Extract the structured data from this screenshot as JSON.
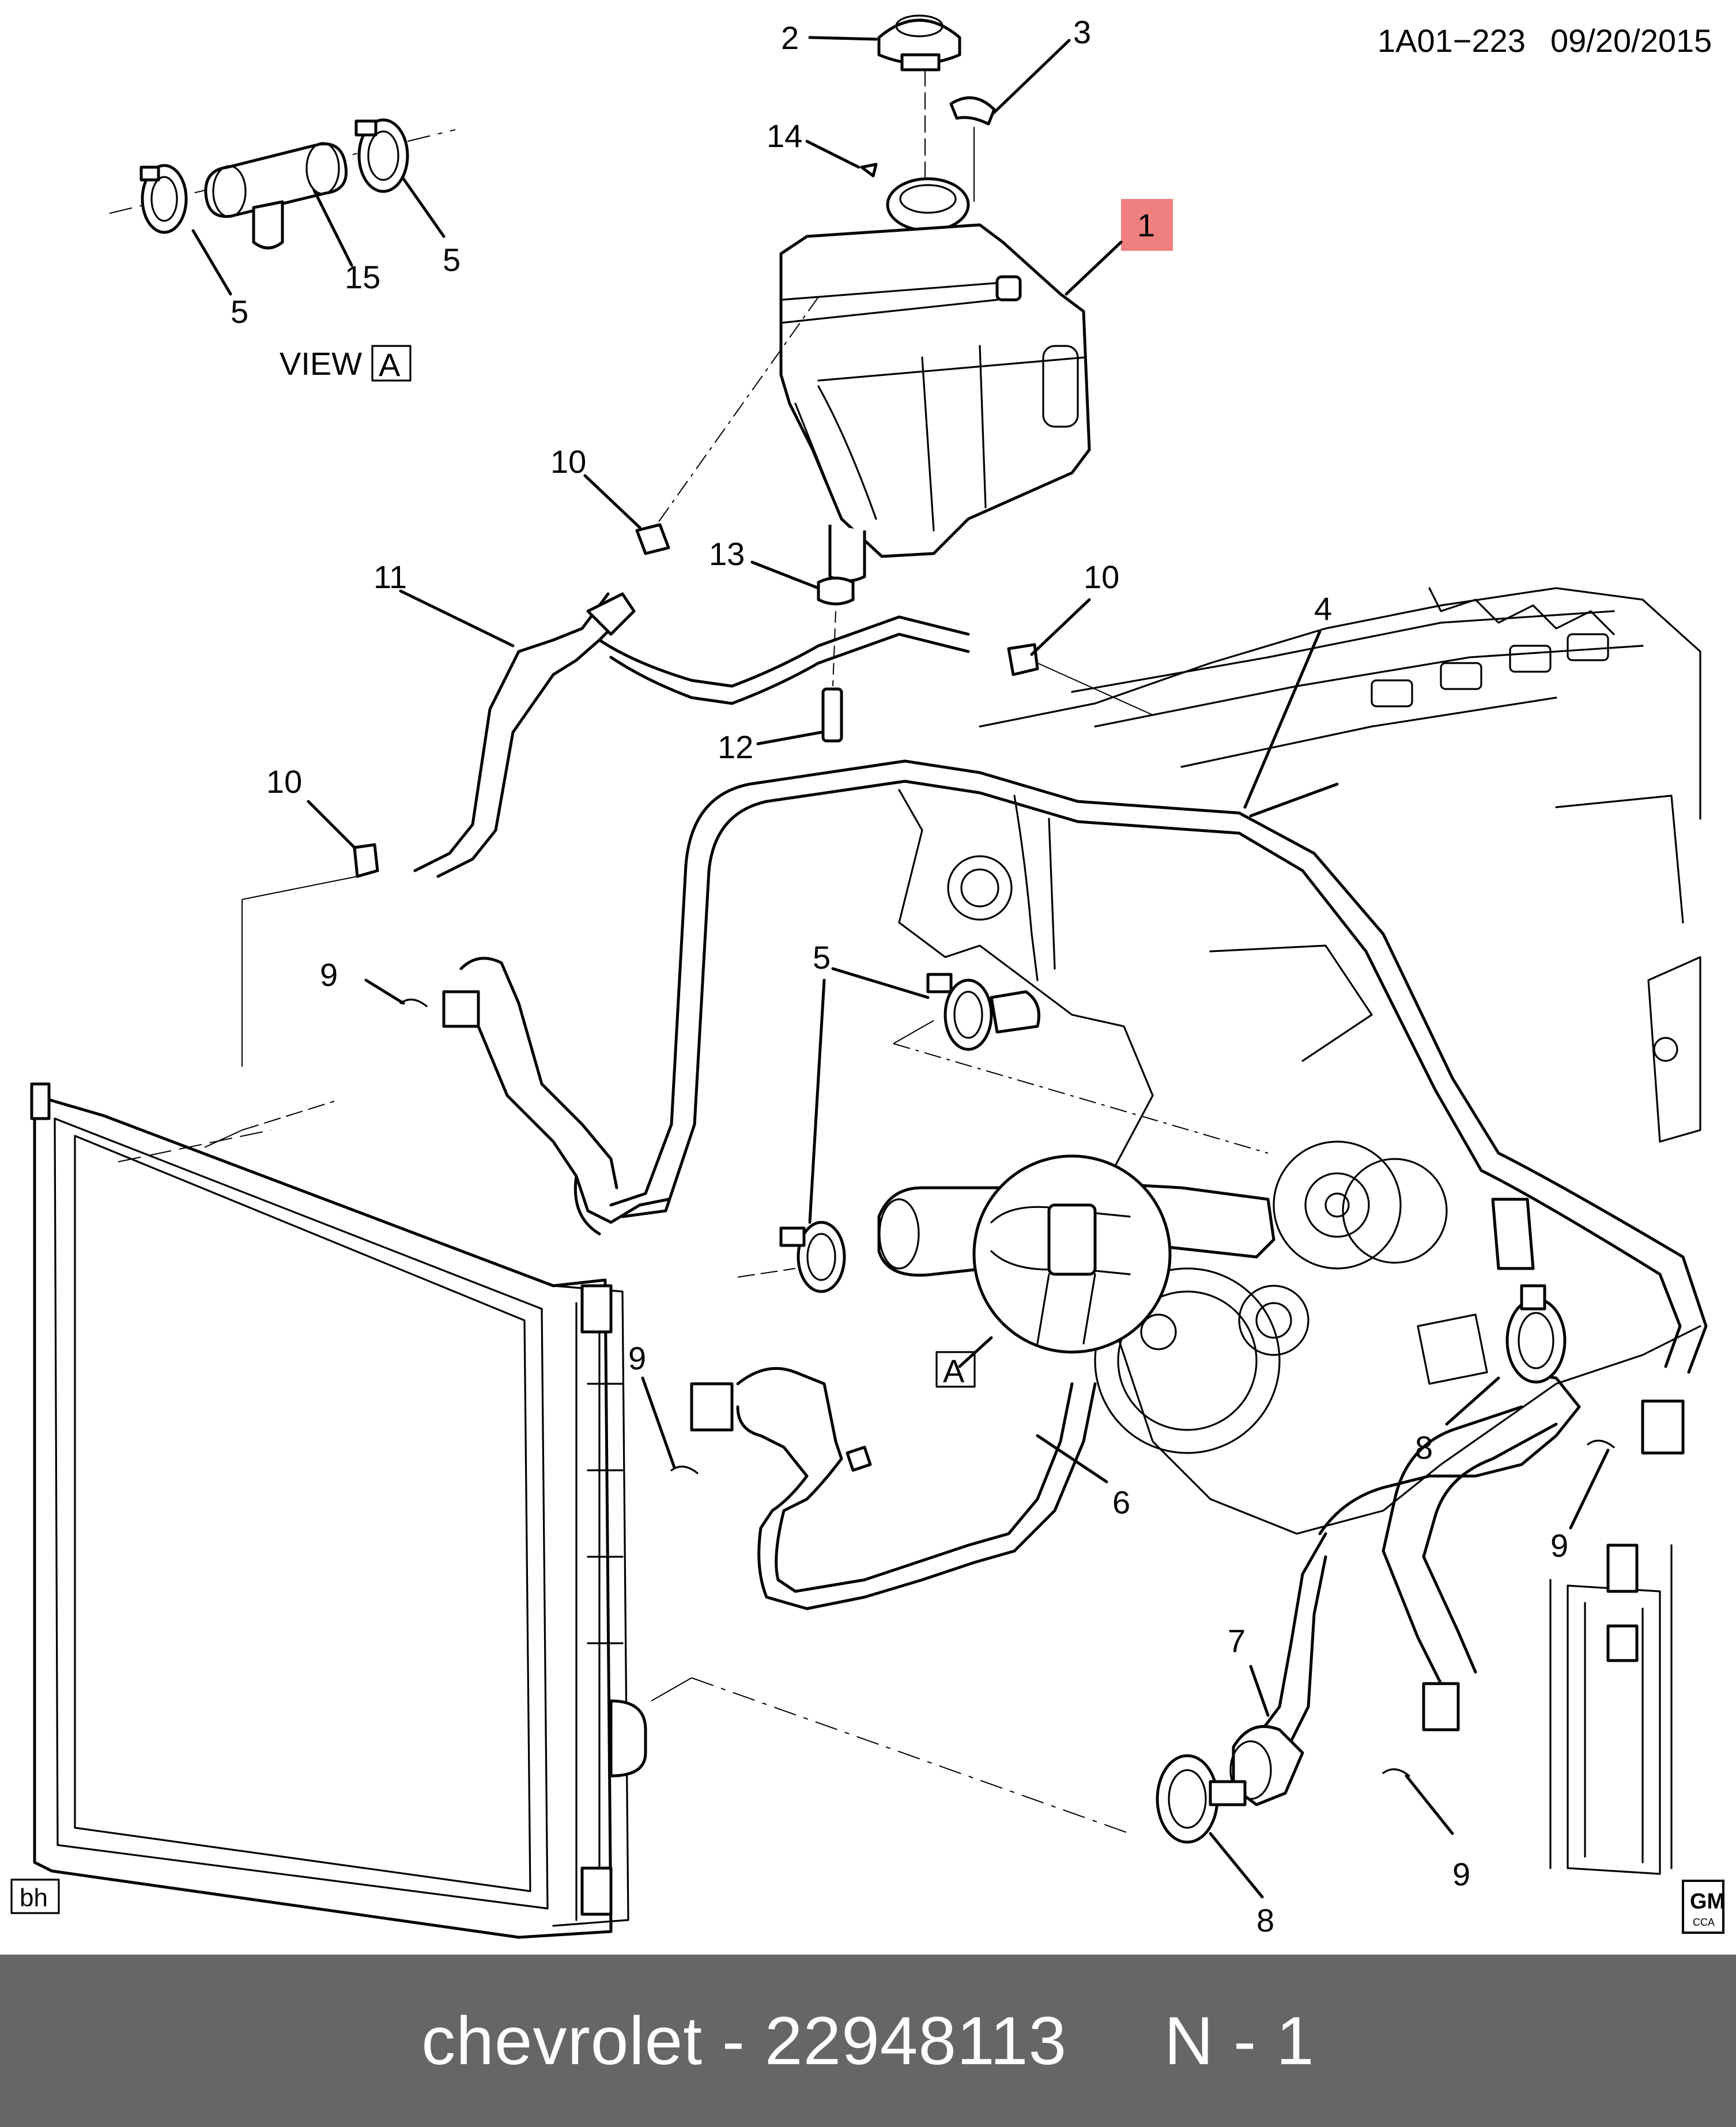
{
  "header": {
    "ref_code": "1A01−223",
    "date": "09/20/2015"
  },
  "view_label": {
    "text": "VIEW",
    "letter": "A"
  },
  "detail_letter": "A",
  "callouts": [
    "1",
    "2",
    "3",
    "4",
    "5",
    "5",
    "5",
    "6",
    "7",
    "8",
    "8",
    "9",
    "9",
    "9",
    "9",
    "10",
    "10",
    "10",
    "11",
    "12",
    "13",
    "14",
    "15"
  ],
  "corner_badge": "bh",
  "logo": {
    "top": "GM",
    "bottom": "CCA"
  },
  "footer": {
    "text": "chevrolet - 22948113     N - 1"
  },
  "colors": {
    "highlight": "#f08080",
    "footer_bg": "#666666",
    "footer_text": "#ffffff"
  }
}
